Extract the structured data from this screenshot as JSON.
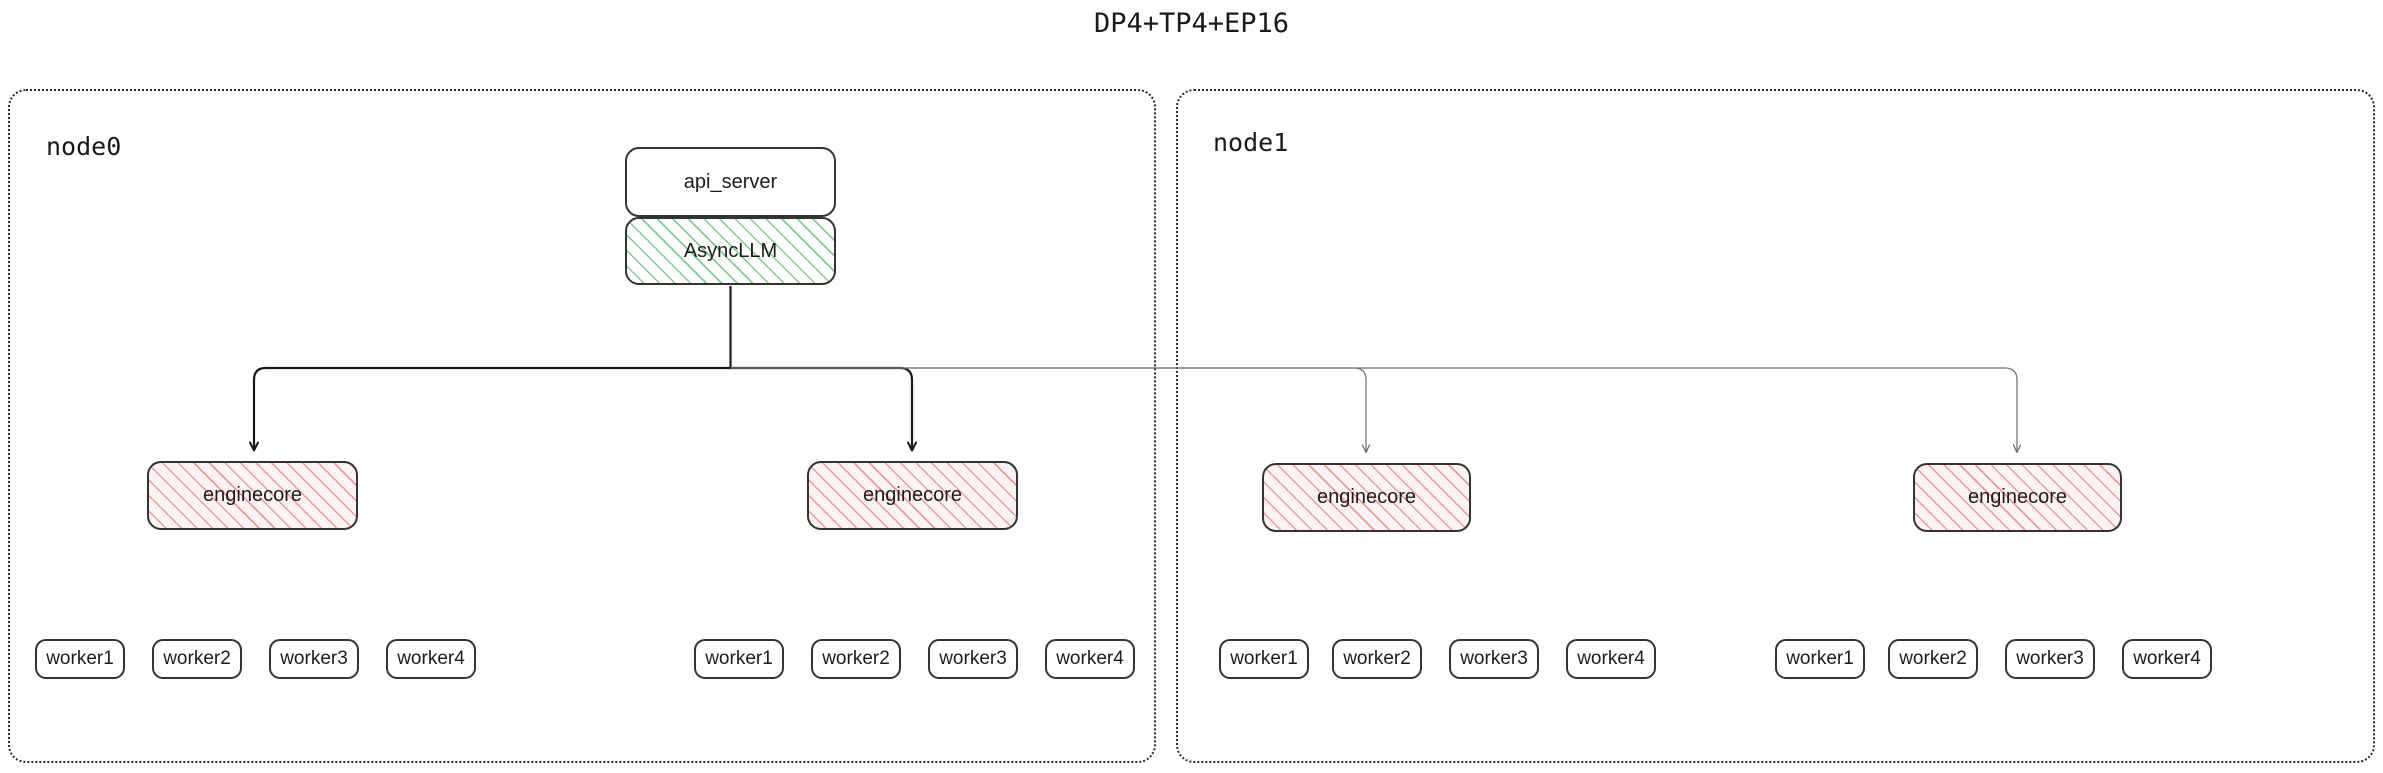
{
  "title": "DP4+TP4+EP16",
  "colors": {
    "background": "#ffffff",
    "text": "#1c1c1c",
    "box_border": "#333333",
    "container_border": "#2b2b2b",
    "hatch_green": "#7ac98e",
    "hatch_red": "#e78c8c",
    "arrow_local": "#1a1a1a",
    "arrow_remote": "#6f6f6f"
  },
  "nodes": [
    {
      "id": "node0",
      "label": "node0",
      "frontend": {
        "api_server": "api_server",
        "async_llm": "AsyncLLM"
      },
      "engines": [
        {
          "label": "enginecore",
          "workers": [
            "worker1",
            "worker2",
            "worker3",
            "worker4"
          ]
        },
        {
          "label": "enginecore",
          "workers": [
            "worker1",
            "worker2",
            "worker3",
            "worker4"
          ]
        }
      ]
    },
    {
      "id": "node1",
      "label": "node1",
      "engines": [
        {
          "label": "enginecore",
          "workers": [
            "worker1",
            "worker2",
            "worker3",
            "worker4"
          ]
        },
        {
          "label": "enginecore",
          "workers": [
            "worker1",
            "worker2",
            "worker3",
            "worker4"
          ]
        }
      ]
    }
  ]
}
